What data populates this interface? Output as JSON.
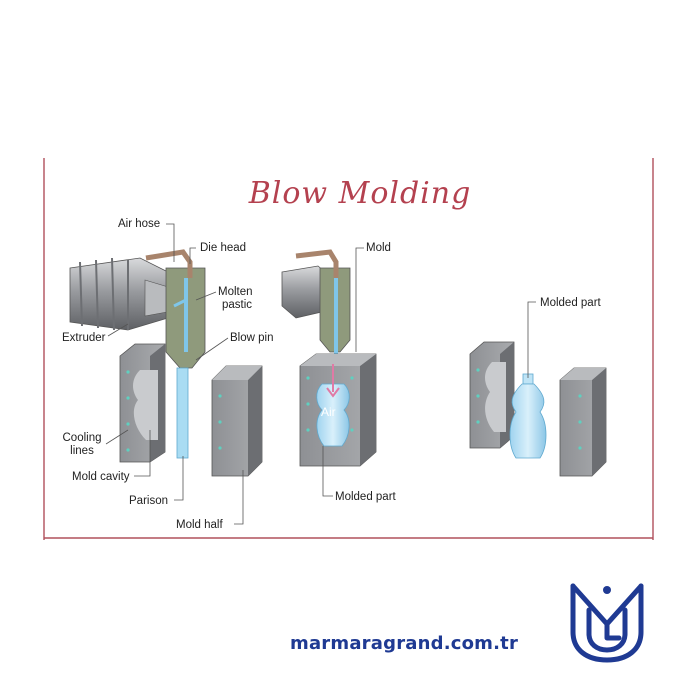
{
  "title": "Blow Molding",
  "labels": {
    "air_hose": "Air hose",
    "die_head": "Die head",
    "molten_plastic_1": "Molten",
    "molten_plastic_2": "pastic",
    "extruder": "Extruder",
    "blow_pin": "Blow pin",
    "cooling_lines_1": "Cooling",
    "cooling_lines_2": "lines",
    "mold_cavity": "Mold cavity",
    "parison": "Parison",
    "mold_half": "Mold half",
    "mold": "Mold",
    "air": "Air",
    "molded_part_stage2": "Molded part",
    "molded_part_stage3": "Molded part"
  },
  "footer": {
    "url": "marmaragrand.com.tr"
  },
  "colors": {
    "frame_line": "#b0505c",
    "title": "#b4414f",
    "url": "#1f3a93",
    "logo": "#1f3a93"
  }
}
